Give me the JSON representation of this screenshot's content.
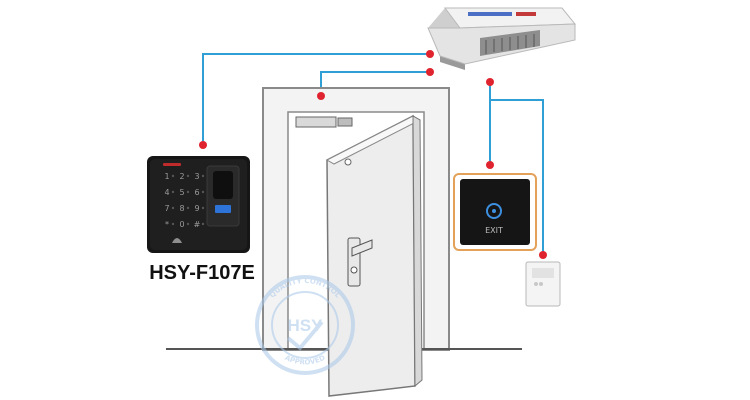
{
  "diagram": {
    "model_label": "HSY-F107E",
    "exit_label": "EXIT",
    "watermark": {
      "brand": "HSY",
      "ring_text_top": "QUALITY CONTROL",
      "ring_text_bottom": "APPROVED"
    },
    "keypad_keys": [
      "1",
      "2",
      "3",
      "4",
      "5",
      "6",
      "7",
      "8",
      "9",
      "*",
      "0",
      "#"
    ],
    "colors": {
      "wire": "#2f9fd6",
      "connector": "#e0242f",
      "frame": "#8a8a8a",
      "keypad_body": "#161616",
      "exit_border": "#e3a15a",
      "exit_glow": "#3d8fe0",
      "watermark": "#a9c8ea"
    },
    "components": [
      "power-supply",
      "magnetic-lock",
      "door",
      "keypad-reader",
      "exit-button",
      "doorbell"
    ]
  }
}
